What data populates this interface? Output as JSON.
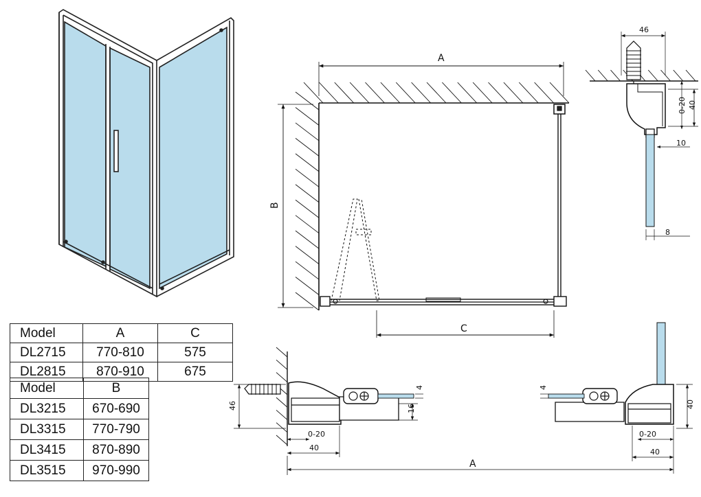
{
  "dimensions": {
    "A": "A",
    "B": "B",
    "C": "C",
    "profile_width": "46",
    "profile_depth": "40",
    "adjust_range": "0-20",
    "glass_offset": "10",
    "glass_thickness": "8",
    "bottom_left": {
      "height": "46",
      "adjust": "0-20",
      "depth": "40",
      "profile_height": "16",
      "glass": "4"
    },
    "bottom_right": {
      "glass": "4",
      "height": "40",
      "adjust": "0-20",
      "depth": "40"
    },
    "overall_width": "A"
  },
  "table_ac": {
    "headers": [
      "Model",
      "A",
      "C"
    ],
    "rows": [
      [
        "DL2715",
        "770-810",
        "575"
      ],
      [
        "DL2815",
        "870-910",
        "675"
      ]
    ]
  },
  "table_b": {
    "headers": [
      "Model",
      "B"
    ],
    "rows": [
      [
        "DL3215",
        "670-690"
      ],
      [
        "DL3315",
        "770-790"
      ],
      [
        "DL3415",
        "870-890"
      ],
      [
        "DL3515",
        "970-990"
      ]
    ]
  },
  "colors": {
    "glass": "#b9dcec",
    "frame": "#222222",
    "line": "#111111"
  }
}
